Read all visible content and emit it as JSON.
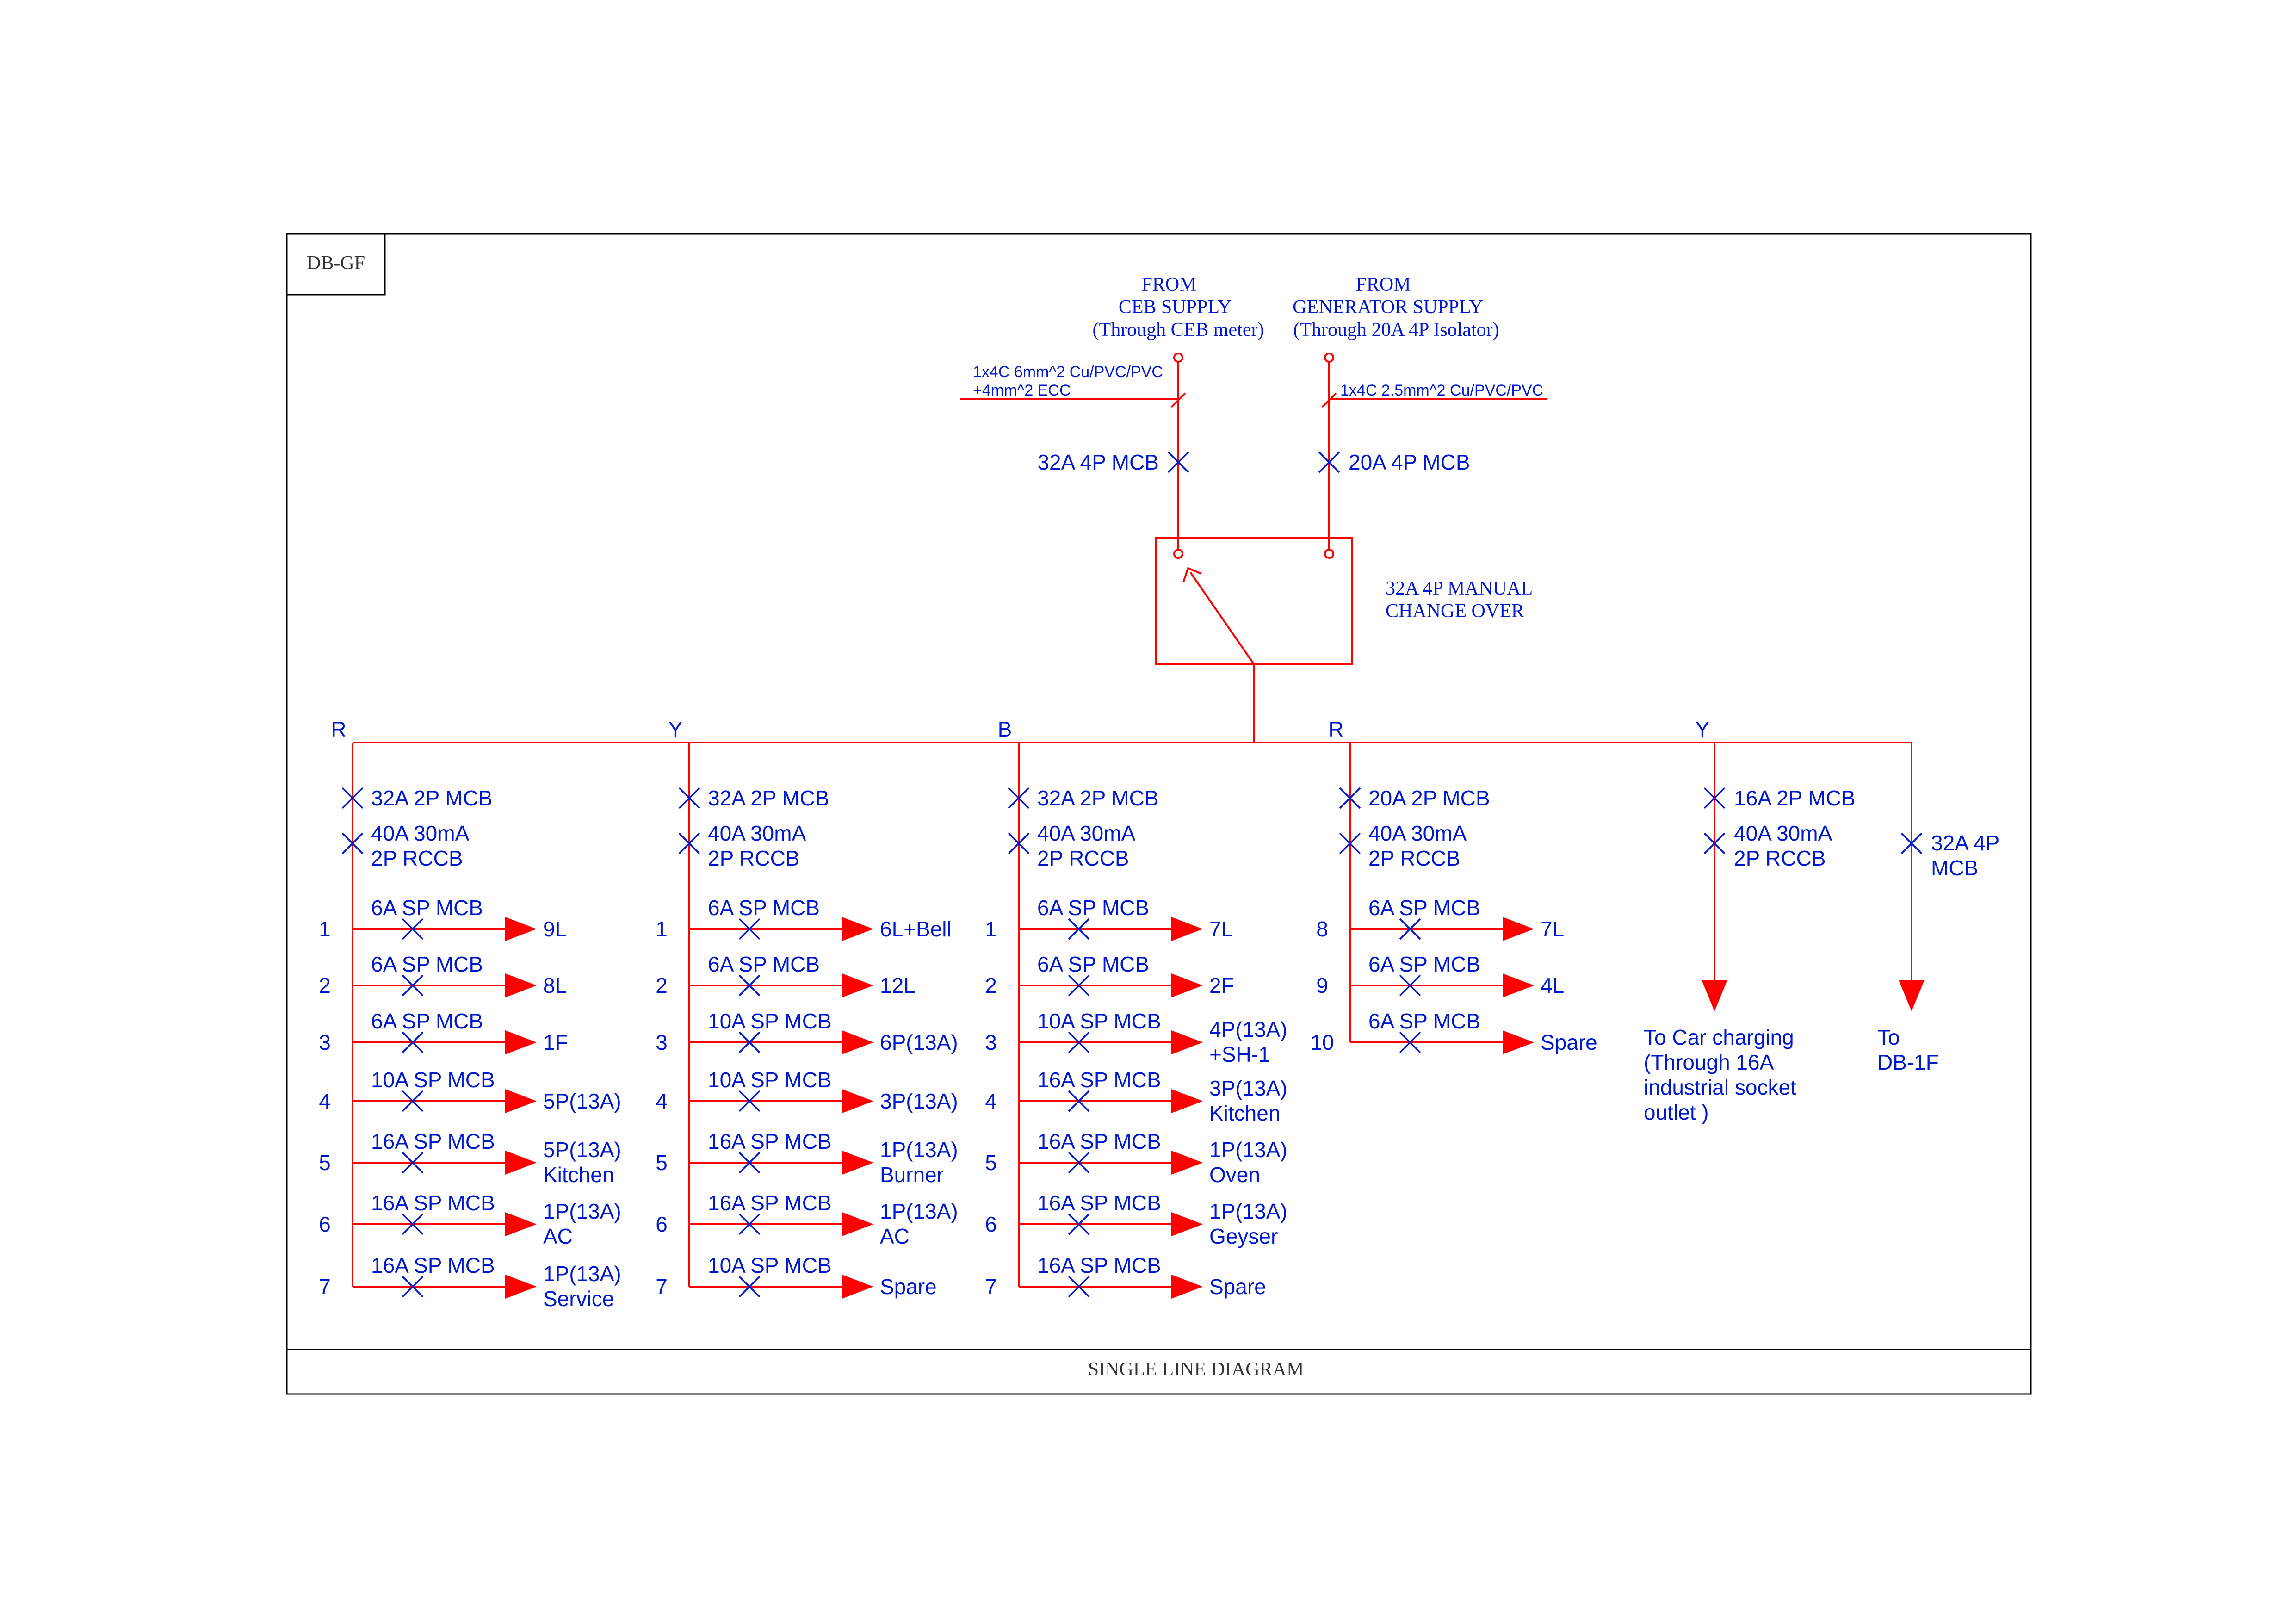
{
  "board_label": "DB-GF",
  "footer_title": "SINGLE LINE DIAGRAM",
  "supply": {
    "ceb": {
      "line1": "FROM",
      "line2": "CEB SUPPLY",
      "line3": "(Through CEB meter)",
      "cable1": "1x4C 6mm^2 Cu/PVC/PVC",
      "cable2": "+4mm^2 ECC",
      "breaker": "32A 4P MCB"
    },
    "gen": {
      "line1": "FROM",
      "line2": "GENERATOR SUPPLY",
      "line3": "(Through 20A 4P Isolator)",
      "cable1": "1x4C 2.5mm^2 Cu/PVC/PVC",
      "breaker": "20A 4P MCB"
    }
  },
  "changeover": {
    "line1": "32A 4P MANUAL",
    "line2": "CHANGE OVER"
  },
  "groups": [
    {
      "phase": "R",
      "mcb": "32A 2P MCB",
      "rccb1": "40A 30mA",
      "rccb2": "2P RCCB",
      "circuits": [
        {
          "no": "1",
          "breaker": "6A SP MCB",
          "load1": "9L",
          "load2": ""
        },
        {
          "no": "2",
          "breaker": "6A SP MCB",
          "load1": "8L",
          "load2": ""
        },
        {
          "no": "3",
          "breaker": "6A SP MCB",
          "load1": "1F",
          "load2": ""
        },
        {
          "no": "4",
          "breaker": "10A SP MCB",
          "load1": "5P(13A)",
          "load2": ""
        },
        {
          "no": "5",
          "breaker": "16A SP MCB",
          "load1": "5P(13A)",
          "load2": "Kitchen"
        },
        {
          "no": "6",
          "breaker": "16A SP MCB",
          "load1": "1P(13A)",
          "load2": "AC"
        },
        {
          "no": "7",
          "breaker": "16A SP MCB",
          "load1": "1P(13A)",
          "load2": "Service"
        }
      ]
    },
    {
      "phase": "Y",
      "mcb": "32A 2P MCB",
      "rccb1": "40A 30mA",
      "rccb2": "2P RCCB",
      "circuits": [
        {
          "no": "1",
          "breaker": "6A SP MCB",
          "load1": "6L+Bell",
          "load2": ""
        },
        {
          "no": "2",
          "breaker": "6A SP MCB",
          "load1": "12L",
          "load2": ""
        },
        {
          "no": "3",
          "breaker": "10A SP MCB",
          "load1": "6P(13A)",
          "load2": ""
        },
        {
          "no": "4",
          "breaker": "10A SP MCB",
          "load1": "3P(13A)",
          "load2": ""
        },
        {
          "no": "5",
          "breaker": "16A SP MCB",
          "load1": "1P(13A)",
          "load2": "Burner"
        },
        {
          "no": "6",
          "breaker": "16A SP MCB",
          "load1": "1P(13A)",
          "load2": "AC"
        },
        {
          "no": "7",
          "breaker": "10A SP MCB",
          "load1": "Spare",
          "load2": ""
        }
      ]
    },
    {
      "phase": "B",
      "mcb": "32A 2P MCB",
      "rccb1": "40A 30mA",
      "rccb2": "2P RCCB",
      "circuits": [
        {
          "no": "1",
          "breaker": "6A SP MCB",
          "load1": "7L",
          "load2": ""
        },
        {
          "no": "2",
          "breaker": "6A SP MCB",
          "load1": "2F",
          "load2": ""
        },
        {
          "no": "3",
          "breaker": "10A SP MCB",
          "load1": "4P(13A)",
          "load2": "+SH-1"
        },
        {
          "no": "4",
          "breaker": "16A SP MCB",
          "load1": "3P(13A)",
          "load2": "Kitchen"
        },
        {
          "no": "5",
          "breaker": "16A SP MCB",
          "load1": "1P(13A)",
          "load2": "Oven"
        },
        {
          "no": "6",
          "breaker": "16A SP MCB",
          "load1": "1P(13A)",
          "load2": "Geyser"
        },
        {
          "no": "7",
          "breaker": "16A SP MCB",
          "load1": "Spare",
          "load2": ""
        }
      ]
    },
    {
      "phase": "R",
      "mcb": "20A 2P MCB",
      "rccb1": "40A 30mA",
      "rccb2": "2P RCCB",
      "circuits": [
        {
          "no": "8",
          "breaker": "6A SP MCB",
          "load1": "7L",
          "load2": ""
        },
        {
          "no": "9",
          "breaker": "6A SP MCB",
          "load1": "4L",
          "load2": ""
        },
        {
          "no": "10",
          "breaker": "6A SP MCB",
          "load1": "Spare",
          "load2": ""
        }
      ]
    }
  ],
  "car_charging": {
    "phase": "Y",
    "mcb": "16A 2P MCB",
    "rccb1": "40A 30mA",
    "rccb2": "2P RCCB",
    "dest": [
      "To Car charging",
      "(Through 16A",
      "industrial socket",
      "outlet )"
    ]
  },
  "to_db1f": {
    "mcb1": "32A 4P",
    "mcb2": "MCB",
    "dest": [
      "To",
      "DB-1F"
    ]
  }
}
